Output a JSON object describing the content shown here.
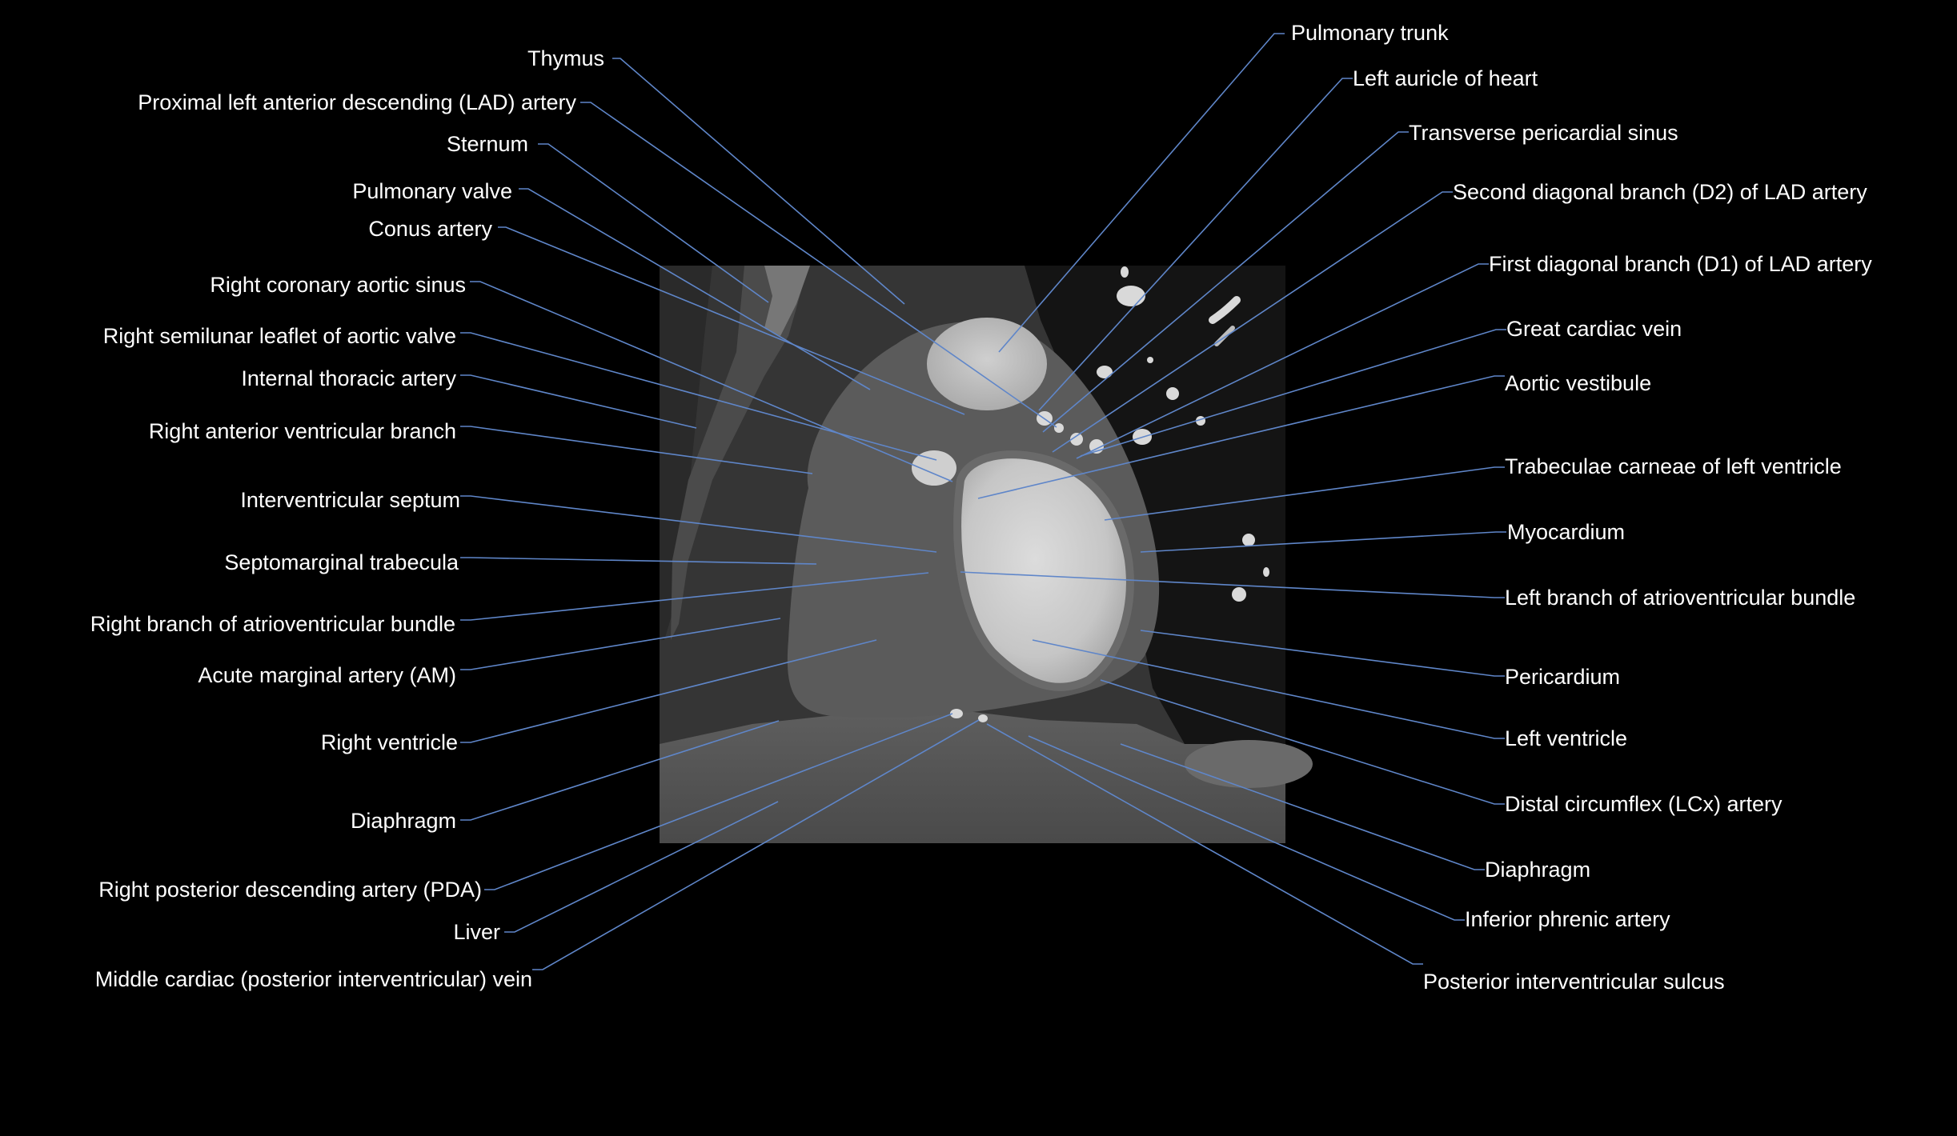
{
  "colors": {
    "background": "#000000",
    "leader_line": "#5f86c9",
    "label_text": "#ffffff"
  },
  "image": {
    "name": "ct-scan",
    "description": "coronary CT angiography slice of heart"
  },
  "labels_left": [
    {
      "id": "thymus",
      "text": "Thymus"
    },
    {
      "id": "proximal-lad",
      "text": "Proximal left anterior descending (LAD) artery"
    },
    {
      "id": "sternum",
      "text": "Sternum"
    },
    {
      "id": "pulmonary-valve",
      "text": "Pulmonary valve"
    },
    {
      "id": "conus-artery",
      "text": "Conus artery"
    },
    {
      "id": "right-coronary-aortic-sinus",
      "text": "Right coronary aortic sinus"
    },
    {
      "id": "right-semilunar-leaflet",
      "text": "Right semilunar leaflet of aortic valve"
    },
    {
      "id": "internal-thoracic-artery",
      "text": "Internal thoracic artery"
    },
    {
      "id": "right-anterior-ventricular-branch",
      "text": "Right anterior ventricular branch"
    },
    {
      "id": "interventricular-septum",
      "text": "Interventricular septum"
    },
    {
      "id": "septomarginal-trabecula",
      "text": "Septomarginal trabecula"
    },
    {
      "id": "right-branch-av-bundle",
      "text": "Right branch of atrioventricular bundle"
    },
    {
      "id": "acute-marginal-artery",
      "text": "Acute marginal artery (AM)"
    },
    {
      "id": "right-ventricle",
      "text": "Right ventricle"
    },
    {
      "id": "diaphragm-left",
      "text": "Diaphragm"
    },
    {
      "id": "right-pda",
      "text": "Right posterior descending artery (PDA)"
    },
    {
      "id": "liver",
      "text": "Liver"
    },
    {
      "id": "middle-cardiac-vein",
      "text": "Middle cardiac (posterior interventricular) vein"
    }
  ],
  "labels_right": [
    {
      "id": "pulmonary-trunk",
      "text": "Pulmonary trunk"
    },
    {
      "id": "left-auricle",
      "text": "Left auricle of heart"
    },
    {
      "id": "transverse-pericardial-sinus",
      "text": "Transverse pericardial sinus"
    },
    {
      "id": "d2-lad",
      "text": "Second diagonal branch (D2) of LAD artery"
    },
    {
      "id": "d1-lad",
      "text": "First diagonal branch (D1) of LAD artery"
    },
    {
      "id": "great-cardiac-vein",
      "text": "Great cardiac vein"
    },
    {
      "id": "aortic-vestibule",
      "text": "Aortic vestibule"
    },
    {
      "id": "trabeculae-carneae",
      "text": "Trabeculae carneae of left ventricle"
    },
    {
      "id": "myocardium",
      "text": "Myocardium"
    },
    {
      "id": "left-branch-av-bundle",
      "text": "Left branch of atrioventricular bundle"
    },
    {
      "id": "pericardium",
      "text": "Pericardium"
    },
    {
      "id": "left-ventricle",
      "text": "Left ventricle"
    },
    {
      "id": "distal-lcx",
      "text": "Distal circumflex (LCx) artery"
    },
    {
      "id": "diaphragm-right",
      "text": "Diaphragm"
    },
    {
      "id": "inferior-phrenic-artery",
      "text": "Inferior phrenic artery"
    },
    {
      "id": "posterior-interventricular-sulcus",
      "text": "Posterior interventricular sulcus"
    }
  ]
}
